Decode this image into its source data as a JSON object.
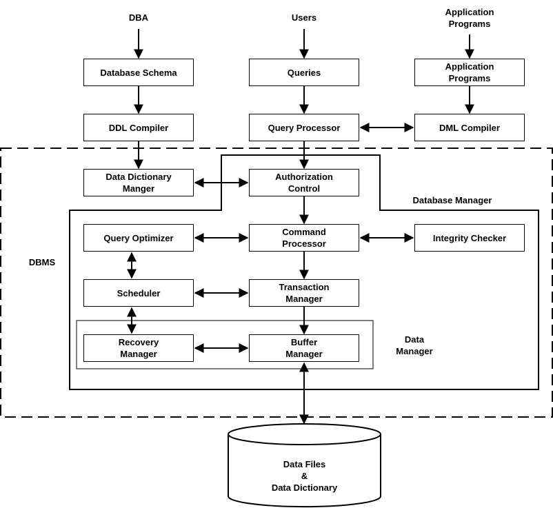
{
  "actors": {
    "dba": "DBA",
    "users": "Users",
    "application_programs": "Application\nPrograms"
  },
  "nodes": {
    "database_schema": "Database Schema",
    "queries": "Queries",
    "application_programs_box": "Application\nPrograms",
    "ddl_compiler": "DDL Compiler",
    "query_processor": "Query Processor",
    "dml_compiler": "DML Compiler",
    "data_dictionary_manager": "Data Dictionary\nManger",
    "authorization_control": "Authorization\nControl",
    "query_optimizer": "Query Optimizer",
    "command_processor": "Command\nProcessor",
    "integrity_checker": "Integrity Checker",
    "scheduler": "Scheduler",
    "transaction_manager": "Transaction\nManager",
    "recovery_manager": "Recovery\nManager",
    "buffer_manager": "Buffer\nManager"
  },
  "regions": {
    "dbms": "DBMS",
    "database_manager": "Database Manager",
    "data_manager": "Data\nManager"
  },
  "storage": {
    "label": "Data Files\n&\nData Dictionary"
  }
}
